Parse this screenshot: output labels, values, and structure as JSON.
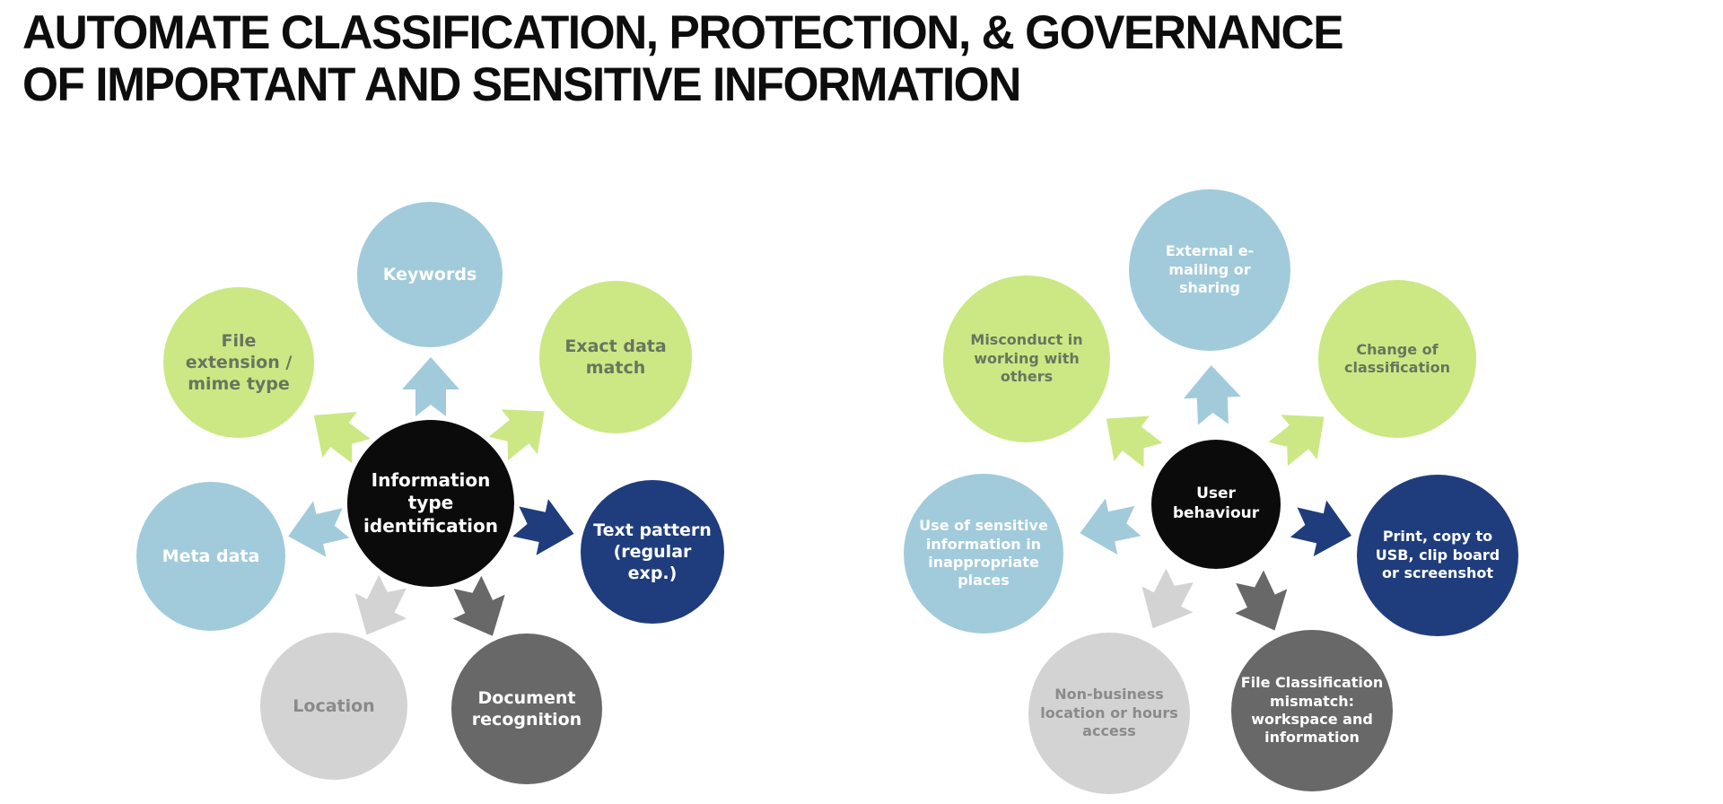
{
  "title": {
    "line1": "AUTOMATE CLASSIFICATION, PROTECTION, & GOVERNANCE",
    "line2": "OF IMPORTANT AND SENSITIVE INFORMATION"
  },
  "colors": {
    "light_blue": "#a1cbdb",
    "light_green": "#cbe884",
    "navy": "#1f3d7d",
    "light_gray": "#d3d3d3",
    "dark_gray": "#686868",
    "black": "#0b0b0b",
    "text_white": "#ffffff",
    "text_dark_green": "#68755f",
    "text_gray": "#8a8a8a",
    "title_text": "#0d0d0d"
  },
  "diagrams": [
    {
      "id": "information-type-identification",
      "center_label": "Information type identification",
      "nodes": [
        {
          "label": "Keywords",
          "color": "light_blue"
        },
        {
          "label": "Exact data match",
          "color": "light_green"
        },
        {
          "label": "Text pattern (regular exp.)",
          "color": "navy"
        },
        {
          "label": "Document recognition",
          "color": "dark_gray"
        },
        {
          "label": "Location",
          "color": "light_gray"
        },
        {
          "label": "Meta data",
          "color": "light_blue"
        },
        {
          "label": "File extension / mime type",
          "color": "light_green"
        }
      ]
    },
    {
      "id": "user-behaviour",
      "center_label": "User behaviour",
      "nodes": [
        {
          "label": "External e-mailing or sharing",
          "color": "light_blue"
        },
        {
          "label": "Change of classification",
          "color": "light_green"
        },
        {
          "label": "Print, copy to USB, clip board or screenshot",
          "color": "navy"
        },
        {
          "label": "File Classification mismatch: workspace and information",
          "color": "dark_gray"
        },
        {
          "label": "Non-business location or hours access",
          "color": "light_gray"
        },
        {
          "label": "Use of sensitive information in inappropriate places",
          "color": "light_blue"
        },
        {
          "label": "Misconduct in working with others",
          "color": "light_green"
        }
      ]
    }
  ]
}
